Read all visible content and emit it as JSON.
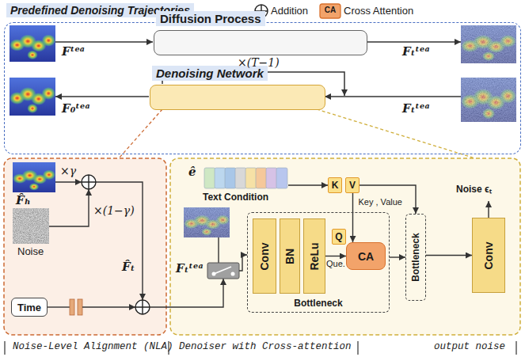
{
  "diagram": {
    "nodes": [
      {
        "text": [
          "Predefined Denoising Trajectories"
        ]
      },
      {
        "text": [
          "Diffusion Process"
        ],
        "in": 0
      },
      {
        "text": [
          "Denoising Network"
        ],
        "in": 0
      },
      {
        "text": [
          "Time"
        ]
      },
      {
        "text": [
          "Bottleneck"
        ]
      },
      {
        "text": [
          "Conv"
        ],
        "in": 4
      },
      {
        "text": [
          "BN"
        ],
        "in": 4
      },
      {
        "text": [
          "ReLu"
        ],
        "in": 4
      },
      {
        "text": [
          "Q"
        ],
        "in": 4
      },
      {
        "text": [
          "CA"
        ],
        "in": 4
      },
      {
        "text": [
          "K"
        ]
      },
      {
        "text": [
          "V"
        ]
      },
      {
        "text": [
          "Bottleneck"
        ]
      },
      {
        "text": [
          "Conv"
        ]
      }
    ],
    "edges": [
      {
        "from": 7,
        "to": 9,
        "label": "Que.",
        "arrow": "to"
      },
      {
        "from": 11,
        "to": 9,
        "label": "Key , Value",
        "arrow": "to"
      },
      {
        "from": 11,
        "to": 12,
        "arrow": "to"
      },
      {
        "from": 4,
        "to": 12,
        "arrow": "to"
      },
      {
        "from": 12,
        "to": 13,
        "arrow": "to"
      }
    ],
    "labels": [
      "CA",
      "×(T−1)",
      "Fᵗᵉᵃ",
      "Fₜᵗᵉᵃ",
      "F₀ᵗᵉᵃ",
      "Fₜᵗᵉᵃ",
      "×γ",
      "F̂ₕ",
      "×(1−γ)",
      "Noise",
      "F̂ₜ",
      "ê",
      "Text Condition",
      "Noise ϵₜ",
      "Fₜᵗᵉᵃ",
      "Noise-Level Alignment (NLA)",
      "Denoiser with Cross-attention",
      "output noise"
    ],
    "legend": [
      {
        "text": "Addition"
      },
      {
        "text": "Cross Attention"
      }
    ]
  }
}
